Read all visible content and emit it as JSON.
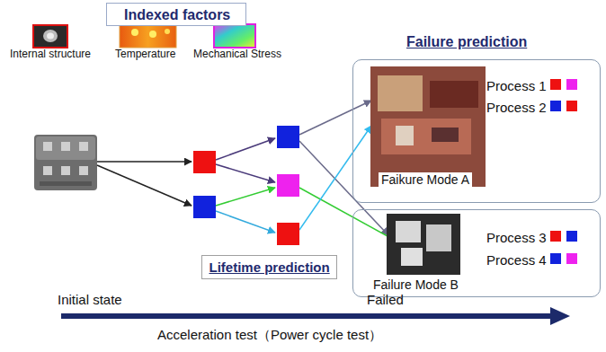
{
  "diagram": {
    "nodes": [
      {
        "text": [
          "Indexed factors"
        ]
      },
      {
        "text": [
          "Internal structure"
        ]
      },
      {
        "text": [
          "Temperature"
        ]
      },
      {
        "text": [
          "Mechanical Stress"
        ]
      },
      {
        "text": [
          "Lifetime prediction"
        ]
      },
      {
        "text": [
          "Faikure Mode A",
          "Process 1",
          "Process 2"
        ]
      },
      {
        "text": [
          "Failure Mode B",
          "Process 3",
          "Process 4"
        ]
      }
    ],
    "labels": [
      "Failure prediction",
      "Initial state",
      "Failed",
      "Acceleration test（Power cycle test）"
    ]
  }
}
